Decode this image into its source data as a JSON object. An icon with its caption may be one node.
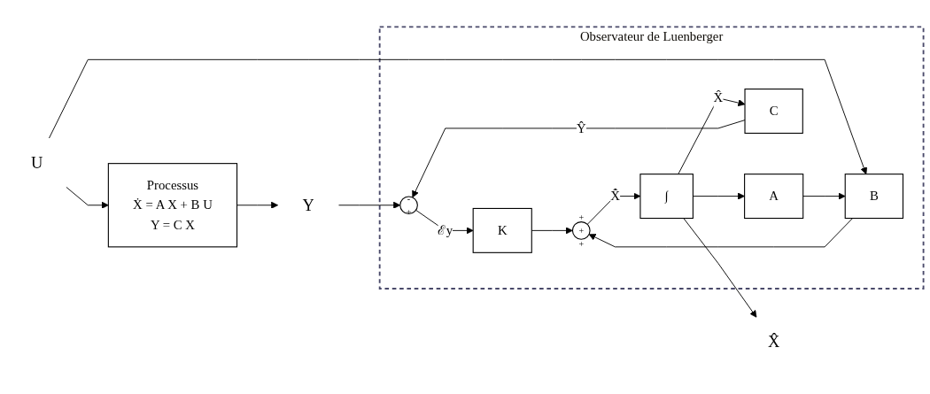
{
  "diagram": {
    "nodes": [
      {
        "text": [
          "U"
        ]
      },
      {
        "text": [
          "Processus",
          "Ẋ = A X + B U",
          "Y = C X"
        ]
      },
      {
        "text": [
          "Y"
        ]
      },
      {
        "text": [
          "Observateur de Luenberger"
        ]
      },
      {
        "text": [
          "K"
        ],
        "in": 3
      },
      {
        "text": [
          "B"
        ],
        "in": 3
      },
      {
        "text": [
          "+",
          "+",
          "+"
        ],
        "in": 3
      },
      {
        "text": [
          "∫"
        ],
        "in": 3
      },
      {
        "text": [
          "A"
        ],
        "in": 3
      },
      {
        "text": [
          "C"
        ],
        "in": 3
      },
      {
        "text": [
          "-",
          "+"
        ],
        "in": 3
      },
      {
        "text": [
          "X̂"
        ]
      }
    ],
    "edges": [
      {
        "from": 0,
        "to": 1,
        "arrow": "to"
      },
      {
        "from": 0,
        "to": 5,
        "arrow": "to"
      },
      {
        "from": 1,
        "to": 2,
        "arrow": "to"
      },
      {
        "from": 2,
        "to": 10,
        "arrow": "to"
      },
      {
        "from": 5,
        "to": 6,
        "arrow": "to"
      },
      {
        "from": 4,
        "to": 6,
        "arrow": "to"
      },
      {
        "from": 6,
        "to": 7,
        "arrow": "to",
        "label": "X̂̇"
      },
      {
        "from": 7,
        "to": 9,
        "arrow": "to",
        "label": "X̂"
      },
      {
        "from": 7,
        "to": 8,
        "arrow": "to"
      },
      {
        "from": 8,
        "to": 5,
        "arrow": "to"
      },
      {
        "from": 9,
        "to": 10,
        "arrow": "to",
        "label": "Ŷ"
      },
      {
        "from": 10,
        "to": 4,
        "arrow": "to",
        "label": "ℰy"
      },
      {
        "from": 7,
        "to": 11,
        "arrow": "to"
      }
    ]
  }
}
